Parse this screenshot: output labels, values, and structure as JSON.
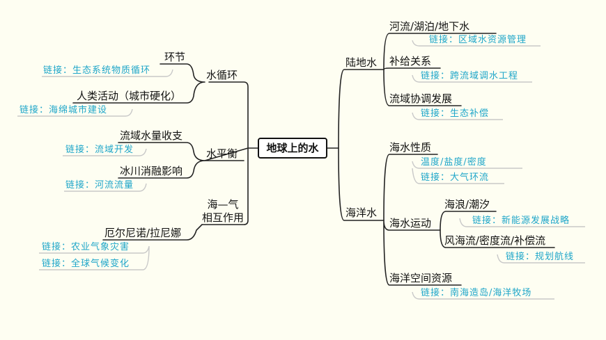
{
  "root": "地球上的水",
  "left": {
    "water_cycle": {
      "label": "水循环",
      "huanjie": {
        "label": "环节",
        "link": "链接：生态系统物质循环"
      },
      "human": {
        "label": "人类活动（城市硬化）",
        "link": "链接：海绵城市建设"
      }
    },
    "water_balance": {
      "label": "水平衡",
      "basin": {
        "label": "流域水量收支",
        "link": "链接：流域开发"
      },
      "glacier": {
        "label": "冰川消融影响",
        "link": "链接：河流流量"
      }
    },
    "sea_air": {
      "label_line1": "海—气",
      "label_line2": "相互作用",
      "enso": {
        "label": "厄尔尼诺/拉尼娜",
        "links": [
          "链接：农业气象灾害",
          "链接：全球气候变化"
        ]
      }
    }
  },
  "right": {
    "land_water": {
      "label": "陆地水",
      "rivers": {
        "label": "河流/湖泊/地下水",
        "link": "链接：区域水资源管理"
      },
      "recharge": {
        "label": "补给关系",
        "link": "链接：跨流域调水工程"
      },
      "coordination": {
        "label": "流域协调发展",
        "link": "链接：生态补偿"
      }
    },
    "ocean_water": {
      "label": "海洋水",
      "properties": {
        "label": "海水性质",
        "links": [
          "温度/盐度/密度",
          "链接：大气环流"
        ]
      },
      "motion": {
        "label": "海水运动",
        "waves": {
          "label": "海浪/潮汐",
          "link": "链接：新能源发展战略"
        },
        "currents": {
          "label": "风海流/密度流/补偿流",
          "link": "链接：规划航线"
        }
      },
      "resources": {
        "label": "海洋空间资源",
        "link": "链接：南海造岛/海洋牧场"
      }
    }
  },
  "colors": {
    "line": "#222222",
    "link_line": "#c8c8c8",
    "link_text": "#1fa6c9",
    "background": "#fefef2"
  }
}
